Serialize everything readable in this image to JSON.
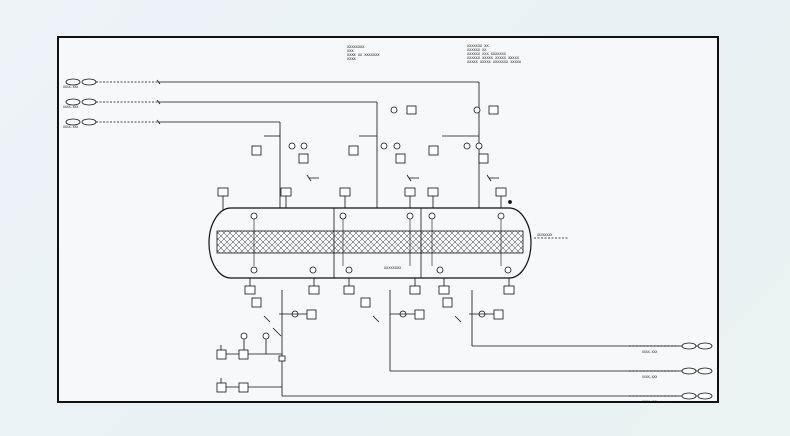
{
  "drawing": {
    "title_block_left": [
      "XXXXXXXX",
      "XXX",
      "XXXX  XX  XXXXXXX",
      "XXXX"
    ],
    "title_block_right": [
      "XXXXXXX XX",
      "XXXXXX XX",
      "XXXXXX XXX XXXXXXX",
      "XXXXXX  XXXXX   XXXXX   XXXXX",
      "XXXXX   XXXXX  XXXXXXX  XXXXX"
    ],
    "inlet_labels": [
      "XXXX-XXX",
      "XXXX-XXX",
      "XXXX-XXX"
    ],
    "outlet_labels": [
      "XXXX-XXX",
      "XXXX-XXX",
      "XXXX-XXX"
    ],
    "vessel_label": "XXXXXXXX",
    "vent_label": "XXXXXXXX"
  }
}
